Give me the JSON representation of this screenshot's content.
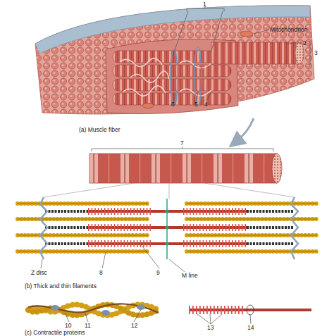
{
  "diagram": {
    "labels": [
      "1",
      "Mitochondrion",
      "2",
      "3",
      "6",
      "5",
      "4",
      "(a) Muscle fiber",
      "7",
      "Z disc",
      "8",
      "9",
      "M line",
      "(b) Thick and thin filaments",
      "10",
      "11",
      "12",
      "13",
      "14",
      "(c) Contractile proteins"
    ]
  }
}
